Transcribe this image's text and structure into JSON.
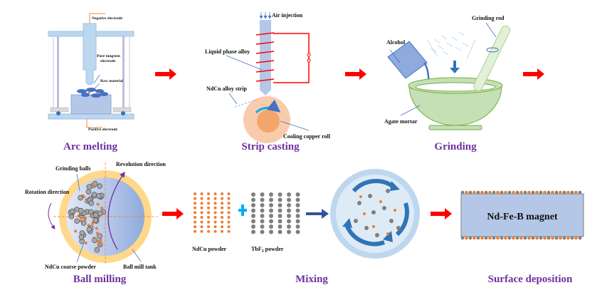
{
  "steps": {
    "arc_melting": {
      "title": "Arc melting",
      "labels": {
        "negative": "Negative electrode",
        "tungsten_1": "Pure tungsten",
        "tungsten_2": "electrode",
        "raw": "Raw material",
        "positive": "Positive electrode"
      }
    },
    "strip_casting": {
      "title": "Strip casting",
      "labels": {
        "air": "Air injection",
        "liquid": "Liquid phase alloy",
        "strip": "NdCu alloy strip",
        "roll": "Cooling copper roll"
      }
    },
    "grinding": {
      "title": "Grinding",
      "labels": {
        "alcohol": "Alcohol",
        "rod": "Grinding rod",
        "mortar": "Agate mortar"
      }
    },
    "ball_milling": {
      "title": "Ball milling",
      "labels": {
        "balls": "Grinding balls",
        "revolution": "Revolution direction",
        "rotation": "Rotation direction",
        "powder": "NdCu coarse powder",
        "tank": "Ball mill tank"
      }
    },
    "mixing": {
      "title": "Mixing",
      "labels": {
        "ndcu": "NdCu powder",
        "tbf3_main": "TbF",
        "tbf3_sub": "3",
        "tbf3_rest": " powder"
      }
    },
    "surface_deposition": {
      "title": "Surface deposition",
      "magnet": "Nd-Fe-B magnet"
    }
  },
  "colors": {
    "title": "#7030A0",
    "flow_arrow": "#FF0000",
    "mix_arrow": "#2F5597",
    "ndcu": "#ED7D31",
    "tbf3": "#7F7F7F"
  }
}
